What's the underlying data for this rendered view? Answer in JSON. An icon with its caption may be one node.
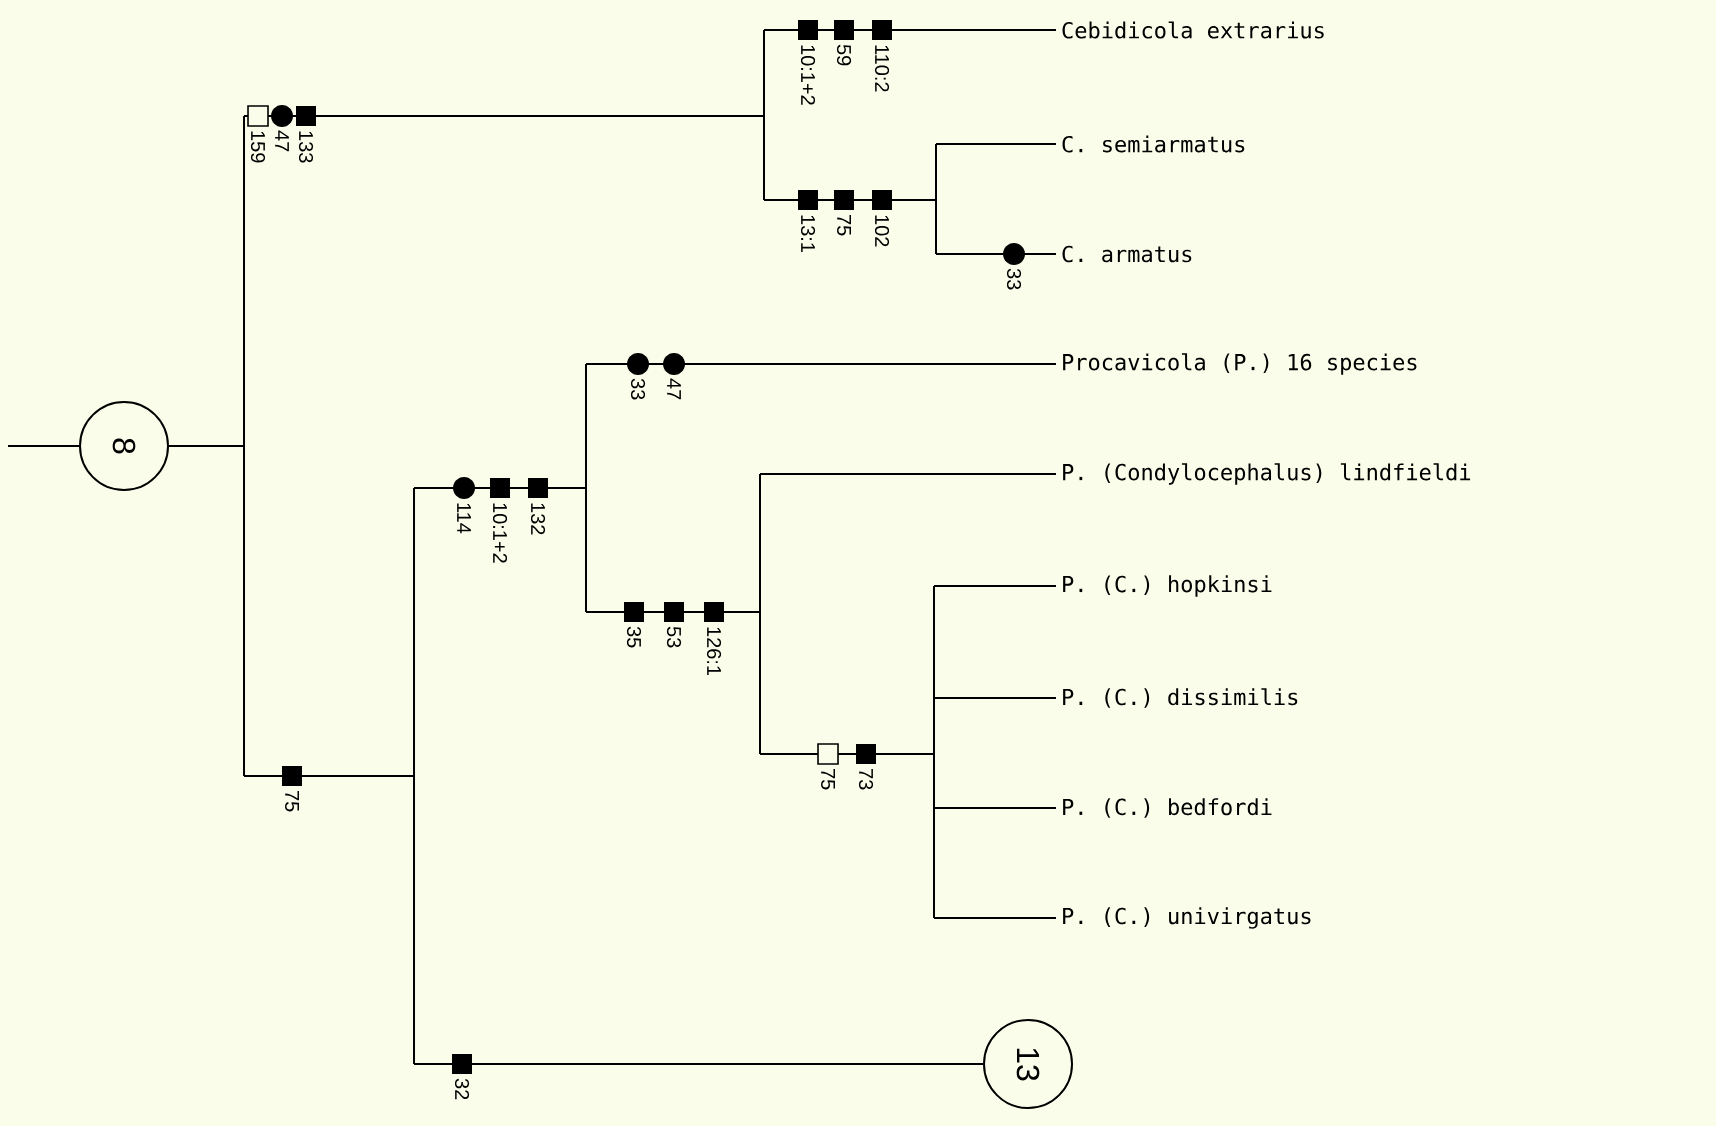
{
  "diagram": {
    "nodes": [
      {
        "text": [
          "8"
        ]
      },
      {
        "text": [
          "Cebidicola extrarius"
        ]
      },
      {
        "text": [
          "C. semiarmatus"
        ]
      },
      {
        "text": [
          "C. armatus"
        ]
      },
      {
        "text": [
          "Procavicola (P.) 16 species"
        ]
      },
      {
        "text": [
          "P. (Condylocephalus) lindfieldi"
        ]
      },
      {
        "text": [
          "P. (C.) hopkinsi"
        ]
      },
      {
        "text": [
          "P. (C.) dissimilis"
        ]
      },
      {
        "text": [
          "P. (C.) bedfordi"
        ]
      },
      {
        "text": [
          "P. (C.) univirgatus"
        ]
      },
      {
        "text": [
          "13"
        ]
      }
    ],
    "edges": [
      {
        "from": null,
        "to": 0,
        "arrow": "none"
      },
      {
        "from": 0,
        "to": 1,
        "arrow": "none"
      },
      {
        "from": 0,
        "to": 2,
        "arrow": "none"
      },
      {
        "from": 0,
        "to": 3,
        "arrow": "none"
      },
      {
        "from": 0,
        "to": 4,
        "arrow": "none"
      },
      {
        "from": 0,
        "to": 5,
        "arrow": "none"
      },
      {
        "from": 0,
        "to": 6,
        "arrow": "none"
      },
      {
        "from": 0,
        "to": 7,
        "arrow": "none"
      },
      {
        "from": 0,
        "to": 8,
        "arrow": "none"
      },
      {
        "from": 0,
        "to": 9,
        "arrow": "none"
      },
      {
        "from": 0,
        "to": 10,
        "arrow": "none"
      }
    ],
    "labels": [
      "10:1+2",
      "59",
      "110:2",
      "159",
      "47",
      "133",
      "13:1",
      "75",
      "102",
      "33",
      "33",
      "47",
      "114",
      "10:1+2",
      "132",
      "35",
      "53",
      "126:1",
      "75",
      "73",
      "75",
      "32"
    ]
  }
}
